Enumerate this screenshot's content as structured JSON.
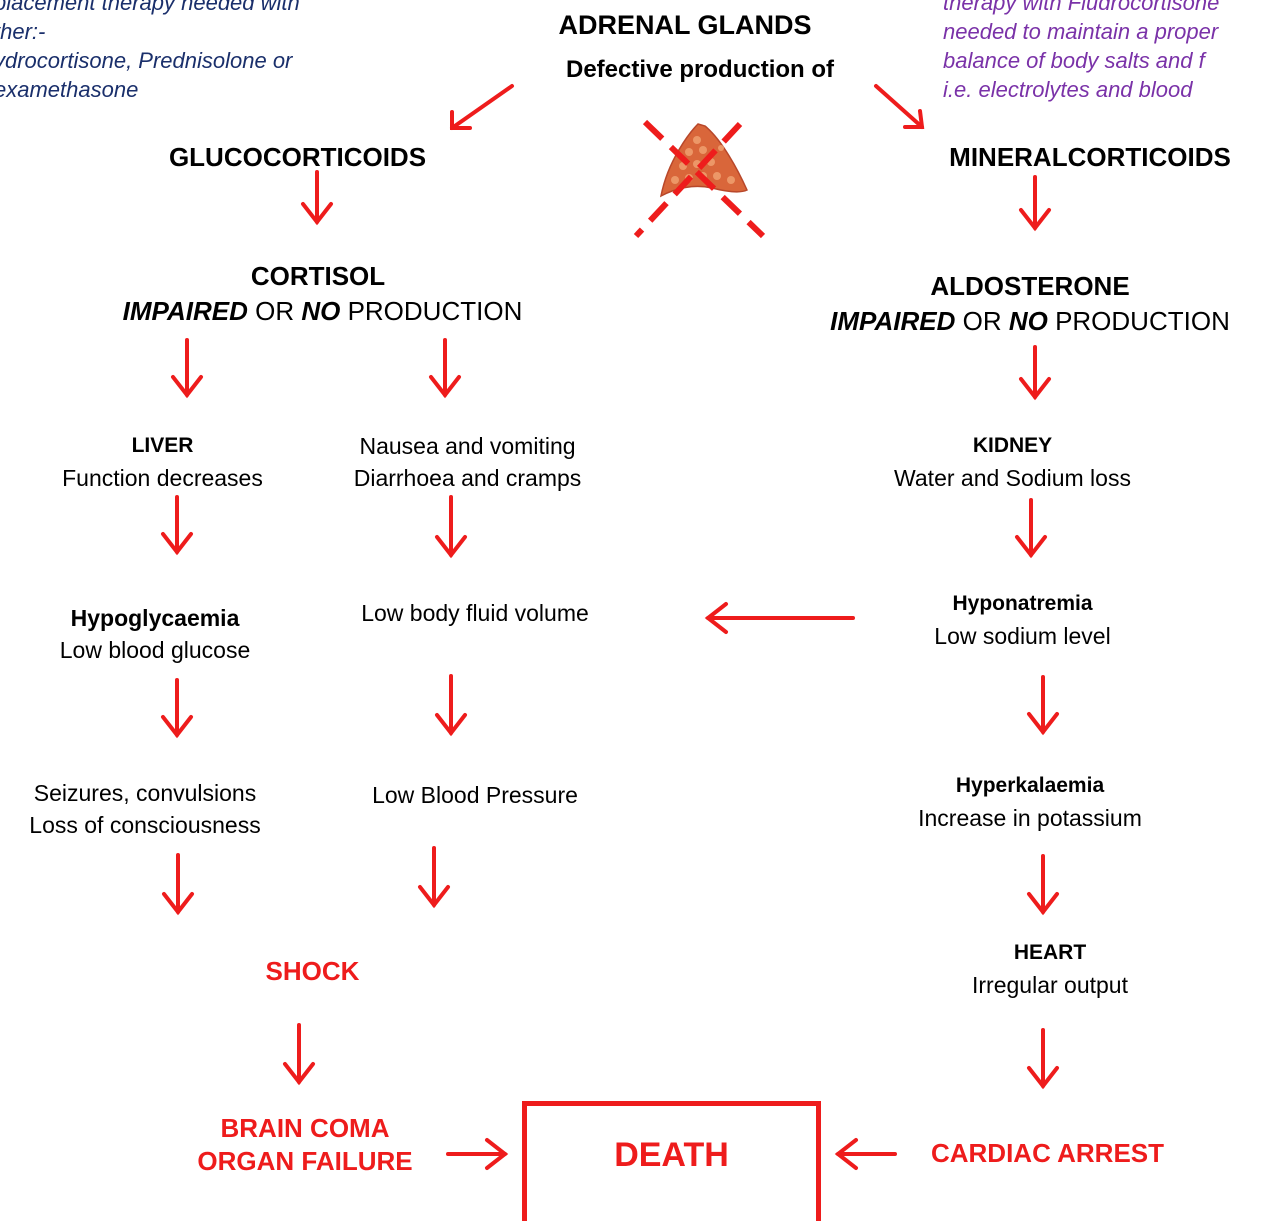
{
  "notes": {
    "left": [
      "placement therapy needed with",
      "ther:-",
      "ydrocortisone, Prednisolone or",
      "examethasone"
    ],
    "right": [
      "therapy with Fludrocortisone",
      "needed to maintain a proper",
      "balance of body salts and f",
      "i.e.  electrolytes and blood"
    ]
  },
  "header": {
    "title": "ADRENAL GLANDS",
    "subtitle": "Defective production of"
  },
  "left_branch": {
    "heading": "GLUCOCORTICOIDS",
    "hormone": "CORTISOL",
    "impaired": "IMPAIRED",
    "or": "OR",
    "no": "NO",
    "production": "PRODUCTION",
    "liver_title": "LIVER",
    "liver_text": "Function decreases",
    "hypo_title": "Hypoglycaemia",
    "hypo_text": "Low blood glucose",
    "seizure_1": "Seizures, convulsions",
    "seizure_2": "Loss of consciousness",
    "nausea_1": "Nausea and vomiting",
    "nausea_2": "Diarrhoea and cramps",
    "fluid": "Low body fluid volume",
    "bp": "Low Blood Pressure",
    "shock": "SHOCK",
    "brain_1": "BRAIN COMA",
    "brain_2": "ORGAN FAILURE"
  },
  "right_branch": {
    "heading": "MINERALCORTICOIDS",
    "hormone": "ALDOSTERONE",
    "impaired": "IMPAIRED",
    "or": "OR",
    "no": "NO",
    "production": "PRODUCTION",
    "kidney_title": "KIDNEY",
    "kidney_text": "Water and Sodium loss",
    "hypona_title": "Hyponatremia",
    "hypona_text": "Low sodium level",
    "hyperk_title": "Hyperkalaemia",
    "hyperk_text": "Increase in potassium",
    "heart_title": "HEART",
    "heart_text": "Irregular output",
    "cardiac": "CARDIAC ARREST"
  },
  "outcome": {
    "death": "DEATH"
  },
  "colors": {
    "arrow": "#ee1c1c",
    "note_left": "#1a2f6b",
    "note_right": "#7a32a8",
    "gland": "#d9663a"
  },
  "icons": {
    "gland": "adrenal-gland-icon",
    "cross": "cross-out-icon"
  }
}
